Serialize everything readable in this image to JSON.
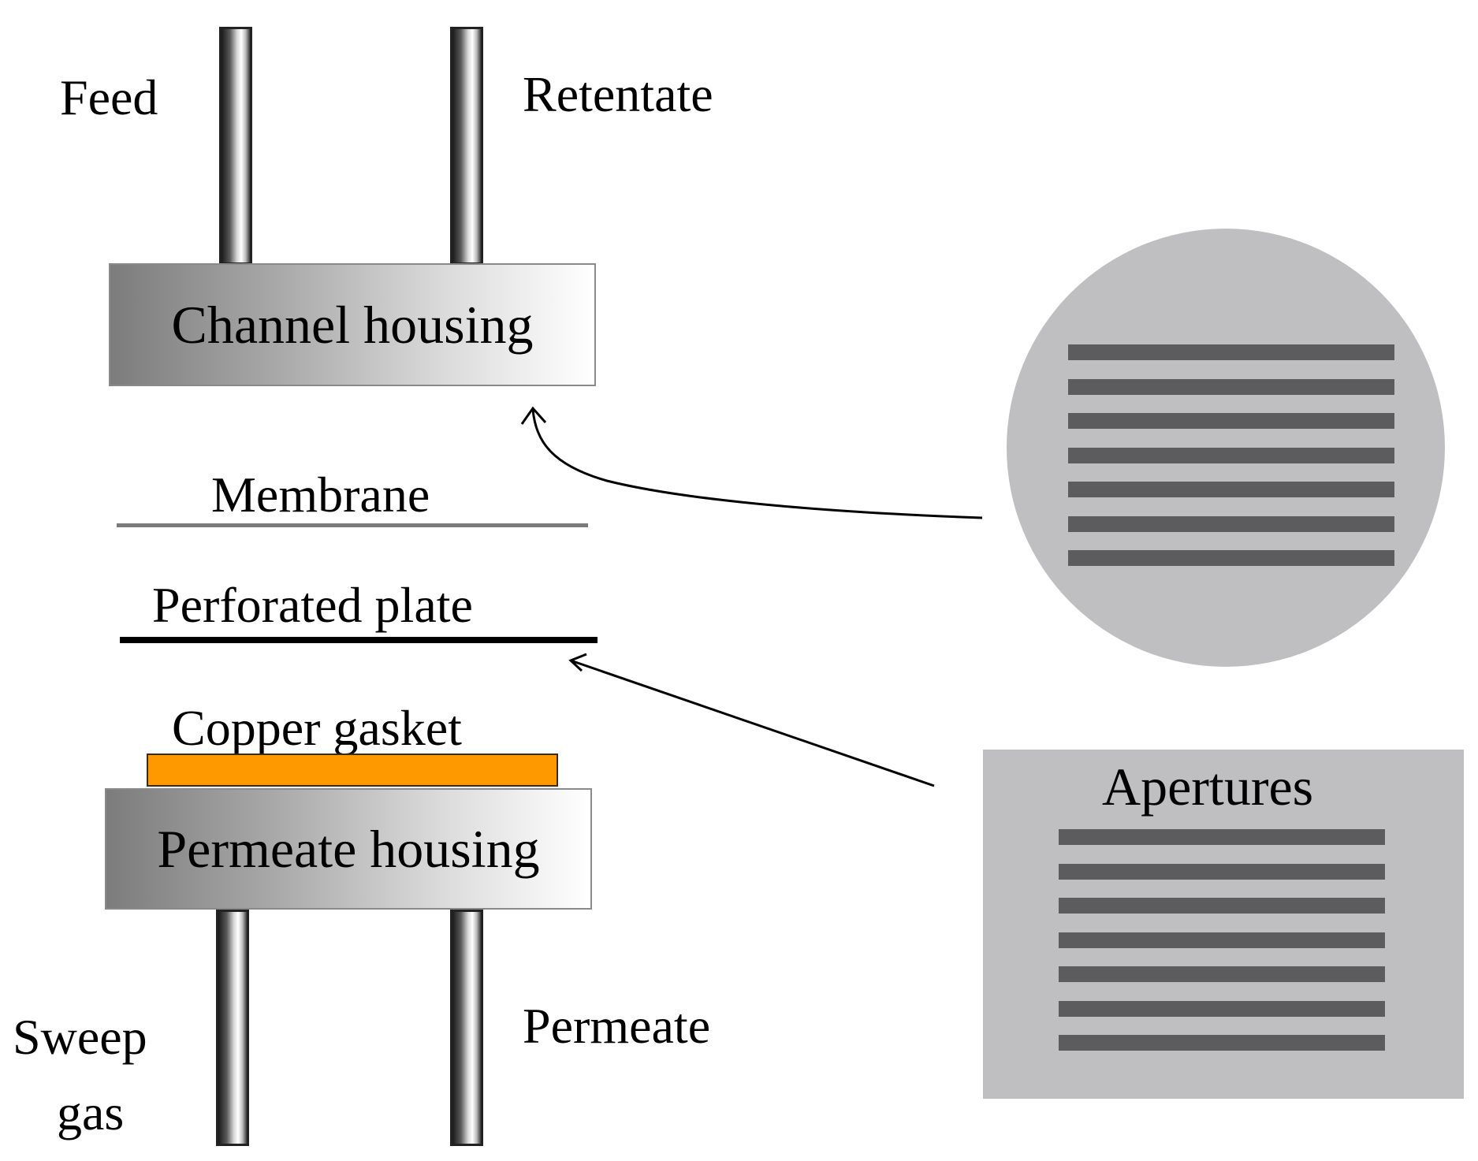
{
  "diagram": {
    "labels": {
      "feed": "Feed",
      "retentate": "Retentate",
      "channel_housing": "Channel housing",
      "membrane": "Membrane",
      "perforated_plate": "Perforated plate",
      "copper_gasket": "Copper gasket",
      "permeate_housing": "Permeate housing",
      "sweep_gas_line1": "Sweep",
      "sweep_gas_line2": "gas",
      "permeate": "Permeate",
      "apertures": "Apertures"
    },
    "colors": {
      "gasket": "#ff9900",
      "disc": "#bfbfc1",
      "slots": "#5c5c5e",
      "membrane_line": "#7a7a7a",
      "plate_line": "#000000"
    },
    "disc_slot_count": 7,
    "aperture_slot_count": 7
  }
}
